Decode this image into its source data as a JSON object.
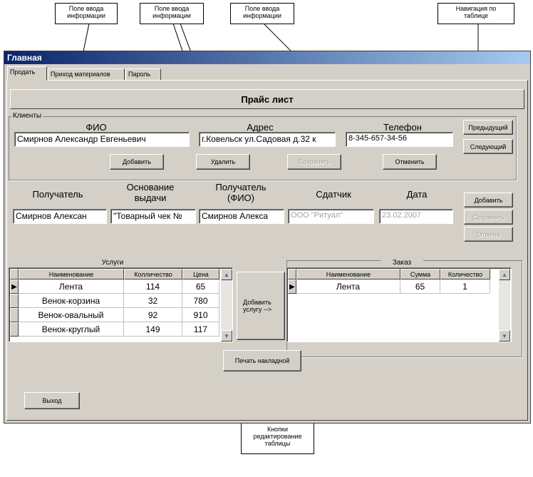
{
  "callouts": {
    "input_1": "Поле ввода\nинформации",
    "input_2": "Поле ввода\nинформации",
    "input_3": "Поле ввода\nинформации",
    "navigation": "Навигация по\nтаблице",
    "edit_buttons": "Кнопки\nредактирование\nтаблицы"
  },
  "window": {
    "title": "Главная",
    "tabs": [
      "Продать",
      "Приход материалов",
      "Пароль"
    ]
  },
  "price_list_label": "Прайс лист",
  "clients": {
    "group_label": "Клиенты",
    "labels": {
      "fio": "ФИО",
      "address": "Адрес",
      "phone": "Телефон"
    },
    "values": {
      "fio": "Смирнов Александр Евгеньевич",
      "address": "г.Ковельск ул.Садовая д.32 к",
      "phone": "8-345-657-34-56"
    },
    "buttons": {
      "prev": "Предыдущий",
      "next": "Следующий",
      "add": "Добавить",
      "delete": "Удалить",
      "save": "Сохранить",
      "cancel": "Отменить"
    }
  },
  "delivery": {
    "labels": {
      "recipient": "Получатель",
      "basis": "Основание\nвыдачи",
      "recipient_fio": "Получатель\n(ФИО)",
      "deliverer": "Сдатчик",
      "date": "Дата"
    },
    "values": {
      "recipient": "Смирнов Алексан",
      "basis": "\"Товарный чек №",
      "recipient_fio": "Смирнов Алекса",
      "deliverer": "ООО \"Ритуал\"",
      "date": "23.02.2007"
    },
    "buttons": {
      "add": "Добавить",
      "save": "Сохранить",
      "cancel": "Отмена"
    }
  },
  "services": {
    "title": "Услуги",
    "columns": [
      "Наименование",
      "Колличество",
      "Цена"
    ],
    "rows": [
      [
        "Лента",
        "114",
        "65"
      ],
      [
        "Венок-корзина",
        "32",
        "780"
      ],
      [
        "Венок-овальный",
        "92",
        "910"
      ],
      [
        "Венок-круглый",
        "149",
        "117"
      ]
    ]
  },
  "add_service_button": "Добавить\nуслугу -->",
  "order": {
    "title": "Заказ",
    "columns": [
      "Наименование",
      "Сумма",
      "Количество"
    ],
    "rows": [
      [
        "Лента",
        "65",
        "1"
      ]
    ]
  },
  "print_button": "Печать накладной",
  "exit_button": "Выход",
  "icons": {
    "current_row": "triangle-right",
    "scroll_up": "arrow-up",
    "scroll_down": "arrow-down"
  },
  "colors": {
    "title_start": "#0a246a",
    "title_end": "#a6caf0",
    "face": "#d4d0c8"
  }
}
